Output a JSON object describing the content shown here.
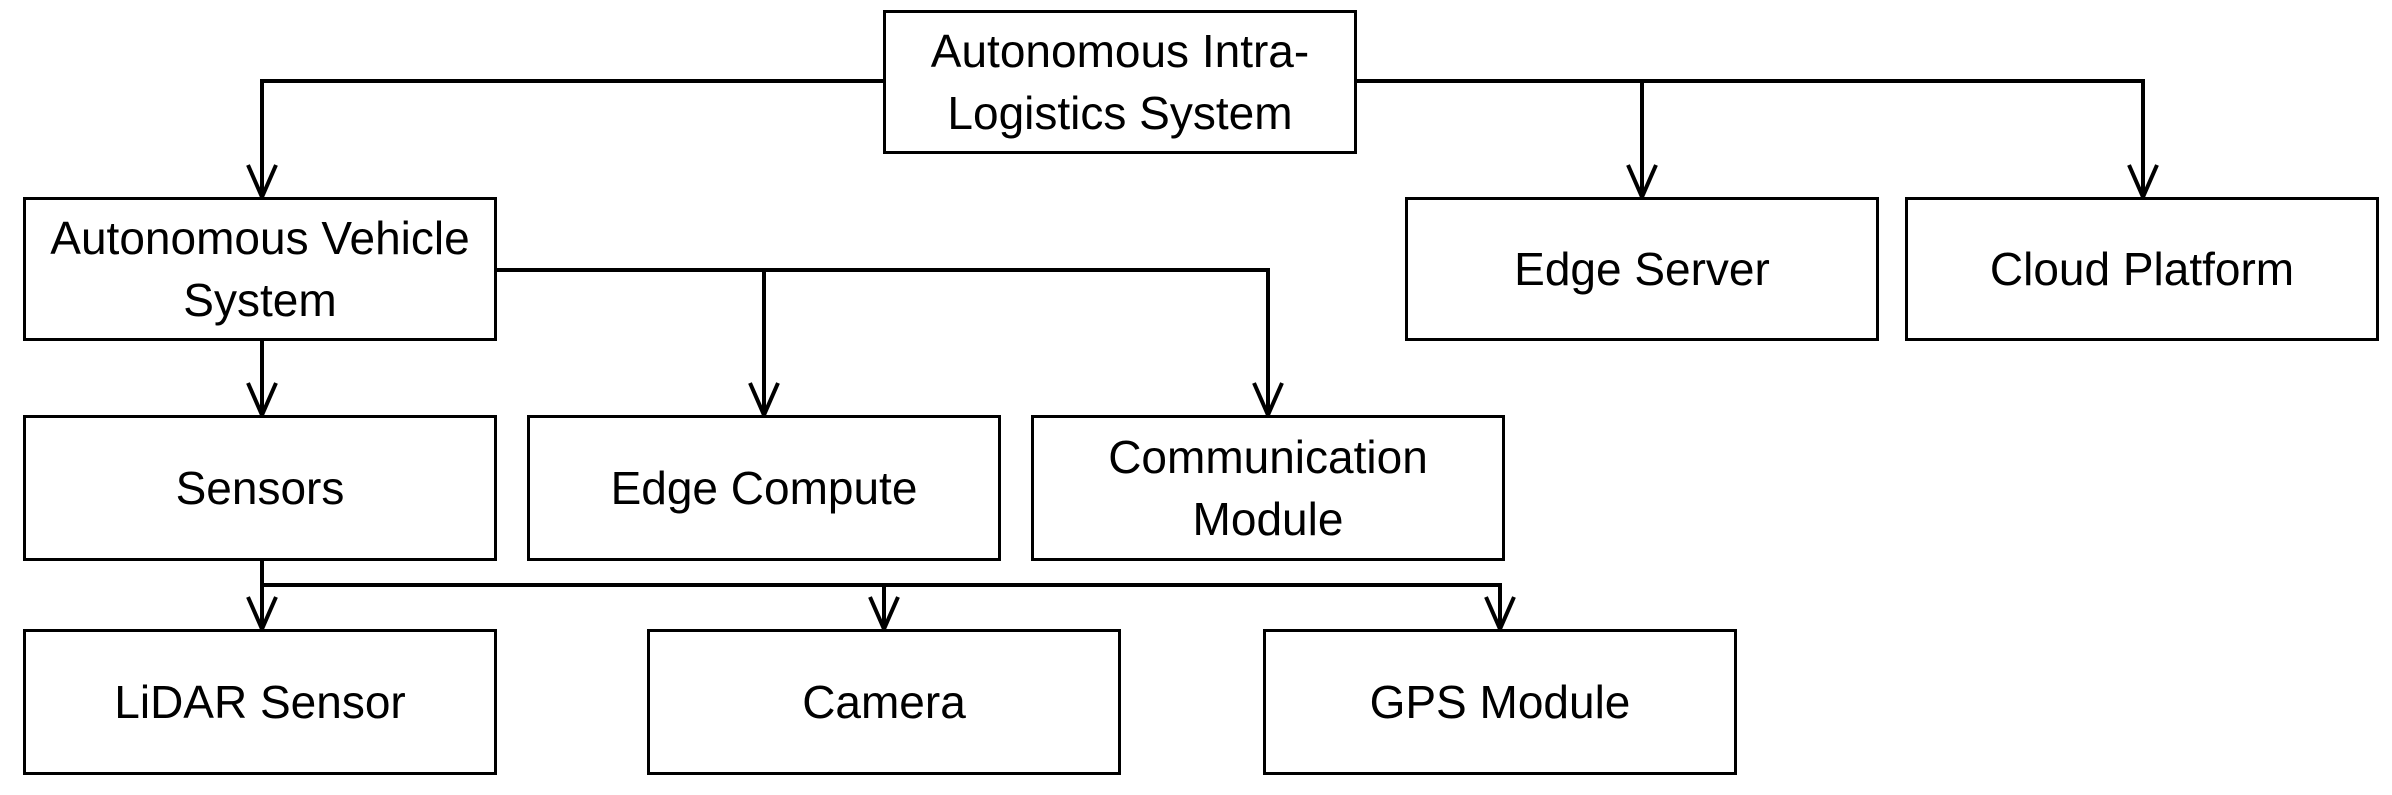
{
  "diagram": {
    "nodes": {
      "root": "Autonomous Intra-\nLogistics System",
      "vehicle": "Autonomous Vehicle\nSystem",
      "edge_server": "Edge Server",
      "cloud": "Cloud Platform",
      "sensors": "Sensors",
      "edge_compute": "Edge Compute",
      "comm": "Communication\nModule",
      "lidar": "LiDAR Sensor",
      "camera": "Camera",
      "gps": "GPS Module"
    },
    "edges": [
      {
        "from": "root",
        "to": "vehicle"
      },
      {
        "from": "root",
        "to": "edge_server"
      },
      {
        "from": "root",
        "to": "cloud"
      },
      {
        "from": "vehicle",
        "to": "sensors"
      },
      {
        "from": "vehicle",
        "to": "edge_compute"
      },
      {
        "from": "vehicle",
        "to": "comm"
      },
      {
        "from": "sensors",
        "to": "lidar"
      },
      {
        "from": "sensors",
        "to": "camera"
      },
      {
        "from": "sensors",
        "to": "gps"
      }
    ],
    "colors": {
      "stroke": "#000000",
      "fill": "#ffffff",
      "text": "#000000"
    }
  }
}
